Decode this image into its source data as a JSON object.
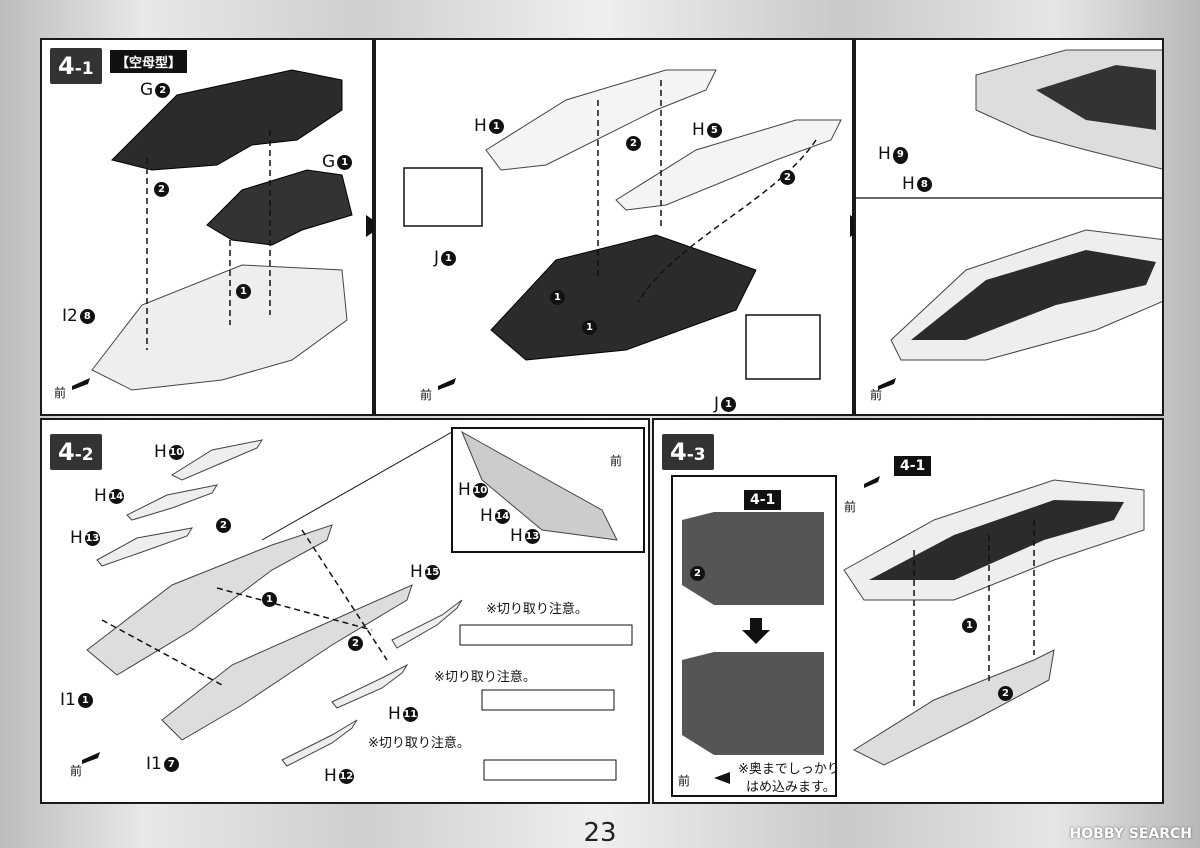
{
  "step_4_1": {
    "num": "4",
    "sub": "-1",
    "tag": "【空母型】",
    "parts": {
      "g2": "G",
      "g2n": "2",
      "g1": "G",
      "g1n": "1",
      "i2": "I2",
      "i2n": "8",
      "h1": "H",
      "h1n": "1",
      "h5": "H",
      "h5n": "5",
      "j1a": "J",
      "j1an": "1",
      "j1b": "J",
      "j1bn": "1",
      "h9": "H",
      "h9n": "9",
      "h8": "H",
      "h8n": "8"
    },
    "order": {
      "a": "2",
      "b": "1",
      "c": "2",
      "d": "2",
      "e": "1",
      "f": "1"
    },
    "front": "前"
  },
  "step_4_2": {
    "num": "4",
    "sub": "-2",
    "parts": {
      "h10": "H",
      "h10n": "10",
      "h14": "H",
      "h14n": "14",
      "h13": "H",
      "h13n": "13",
      "h15": "H",
      "h15n": "15",
      "h11": "H",
      "h11n": "11",
      "h12": "H",
      "h12n": "12",
      "i1a": "I1",
      "i1an": "1",
      "i1b": "I1",
      "i1bn": "7"
    },
    "inset": {
      "h10": "H",
      "h10n": "10",
      "h14": "H",
      "h14n": "14",
      "h13": "H",
      "h13n": "13",
      "front": "前"
    },
    "order": {
      "a": "2",
      "b": "1",
      "c": "2"
    },
    "caution": "※切り取り注意。",
    "front": "前"
  },
  "step_4_3": {
    "num": "4",
    "sub": "-3",
    "ref": "4-1",
    "ref2": "4-1",
    "order": {
      "a": "1",
      "b": "2",
      "c": "2"
    },
    "note_line1": "※奥までしっかり",
    "note_line2": "はめ込みます。",
    "front": "前"
  },
  "page_number": "23",
  "watermark": "HOBBY SEARCH"
}
